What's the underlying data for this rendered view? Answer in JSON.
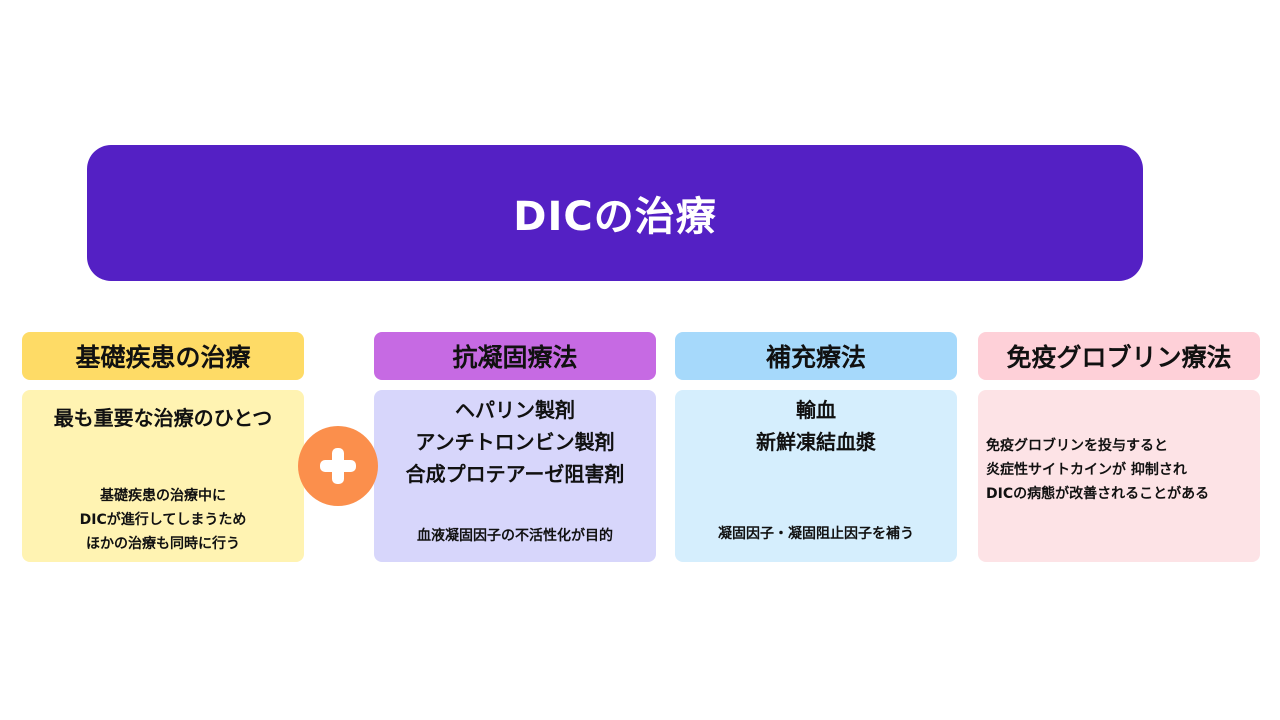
{
  "title": "DICの治療",
  "colors": {
    "banner": "#5420c4",
    "plus": "#fb8f4c",
    "col1_header": "#fedb66",
    "col1_body": "#fff3b2",
    "col2_header": "#c66ae3",
    "col2_body": "#d7d6fb",
    "col3_header": "#a6d9fb",
    "col3_body": "#d5eefd",
    "col4_header": "#fed0d8",
    "col4_body": "#fde3e6"
  },
  "plus_icon": "plus-icon",
  "columns": [
    {
      "header": "基礎疾患の治療",
      "main": [
        "最も重要な治療のひとつ"
      ],
      "note": [
        "基礎疾患の治療中に",
        "DICが進行してしまうため",
        "ほかの治療も同時に行う"
      ]
    },
    {
      "header": "抗凝固療法",
      "main": [
        "ヘパリン製剤",
        "アンチトロンビン製剤",
        "合成プロテアーゼ阻害剤"
      ],
      "note": [
        "血液凝固因子の不活性化が目的"
      ]
    },
    {
      "header": "補充療法",
      "main": [
        "輸血",
        "新鮮凍結血漿"
      ],
      "note": [
        "凝固因子・凝固阻止因子を補う"
      ]
    },
    {
      "header": "免疫グロブリン療法",
      "main": [],
      "note": [
        "免疫グロブリンを投与すると",
        "炎症性サイトカインが 抑制され",
        "DICの病態が改善されることがある"
      ]
    }
  ]
}
